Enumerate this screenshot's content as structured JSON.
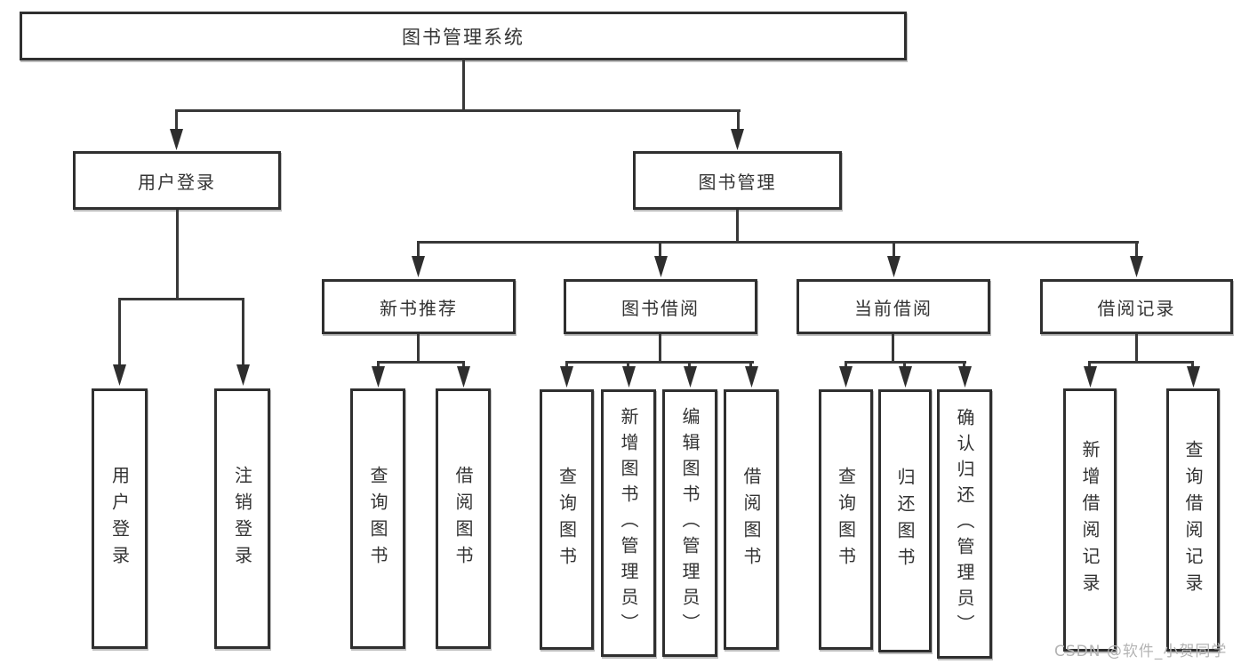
{
  "diagram": {
    "title_note": "library management system feature hierarchy",
    "root": {
      "label": "图书管理系统"
    },
    "level2": [
      {
        "label": "用户登录"
      },
      {
        "label": "图书管理"
      }
    ],
    "level3": [
      {
        "label": "新书推荐"
      },
      {
        "label": "图书借阅"
      },
      {
        "label": "当前借阅"
      },
      {
        "label": "借阅记录"
      }
    ],
    "leaves": {
      "user_login": [
        {
          "label": "用户登录"
        },
        {
          "label": "注销登录"
        }
      ],
      "new_book": [
        {
          "label": "查询图书"
        },
        {
          "label": "借阅图书"
        }
      ],
      "book_borrow": [
        {
          "label": "查询图书"
        },
        {
          "label": "新增图书（管理员）"
        },
        {
          "label": "编辑图书（管理员）"
        },
        {
          "label": "借阅图书"
        }
      ],
      "current_borrow": [
        {
          "label": "查询图书"
        },
        {
          "label": "归还图书"
        },
        {
          "label": "确认归还（管理员）"
        }
      ],
      "records": [
        {
          "label": "新增借阅记录"
        },
        {
          "label": "查询借阅记录"
        }
      ]
    },
    "watermark": "CSDN @软件_小贺同学",
    "colors": {
      "background": "#ffffff",
      "line": "#383838",
      "border": "#2f2f2f",
      "text": "#333333",
      "watermark": "#b4b4b4"
    }
  }
}
